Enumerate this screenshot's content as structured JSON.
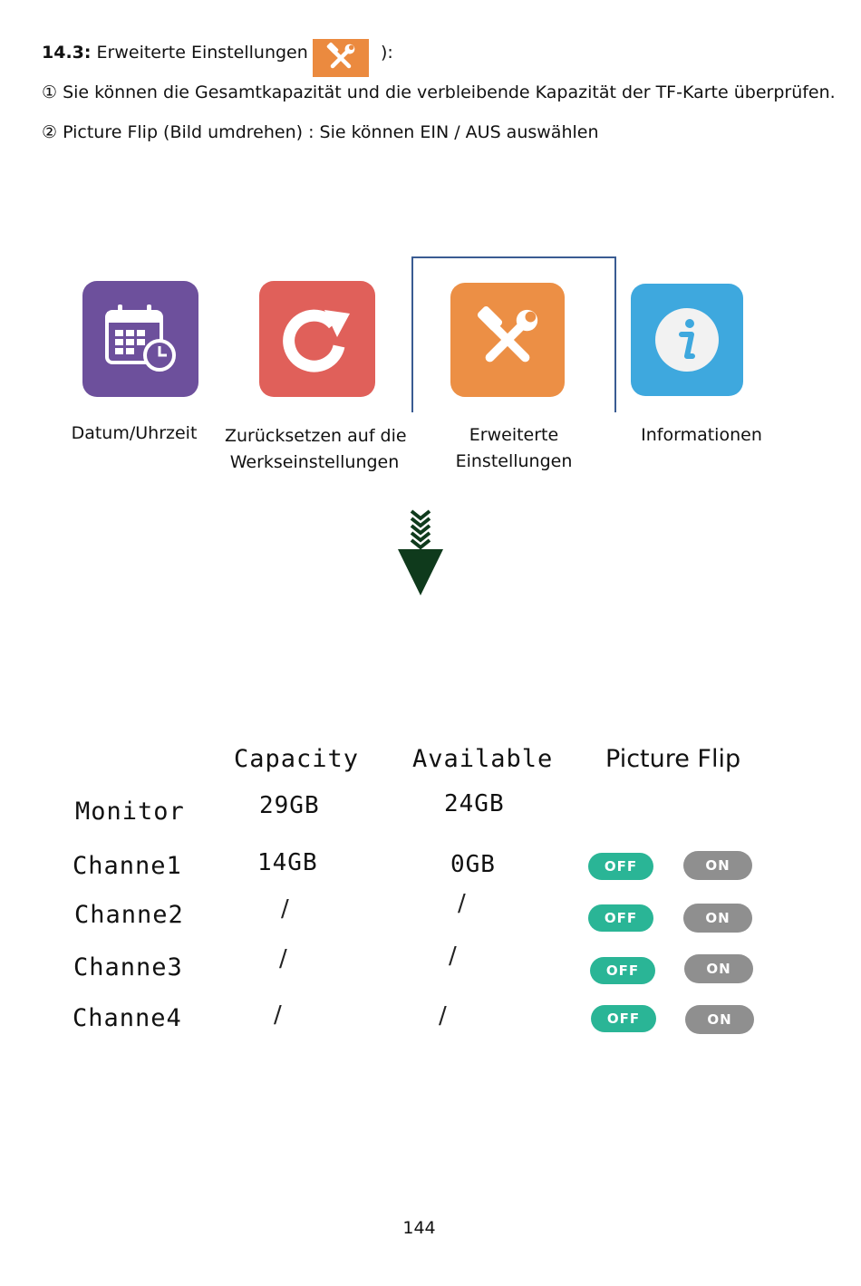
{
  "heading": {
    "number": "14.3:",
    "title": " Erweiterte Einstellungen (",
    "close": "):",
    "icon": "tools-icon"
  },
  "lines": [
    "① Sie können die Gesamtkapazität und die verbleibende Kapazität der TF-Karte überprüfen.",
    "② Picture Flip (Bild umdrehen) : Sie können EIN / AUS auswählen"
  ],
  "menu": {
    "items": [
      {
        "label_line1": "Datum/Uhrzeit",
        "label_line2": "",
        "icon": "calendar-clock-icon",
        "color": "#6d509c"
      },
      {
        "label_line1": "Zurücksetzen auf die",
        "label_line2": "Werkseinstellungen",
        "icon": "reset-icon",
        "color": "#e0605a"
      },
      {
        "label_line1": "Erweiterte",
        "label_line2": "Einstellungen",
        "icon": "tools-icon",
        "color": "#ec8f45",
        "selected": true
      },
      {
        "label_line1": "Informationen",
        "label_line2": "",
        "icon": "info-icon",
        "color": "#3ea8de"
      }
    ]
  },
  "table": {
    "headers": {
      "capacity": "Capacity",
      "available": "Available",
      "flip": "Picture Flip"
    },
    "monitor": {
      "label": "Monitor",
      "capacity": "29GB",
      "available": "24GB"
    },
    "rows": [
      {
        "label": "Channe1",
        "capacity": "14GB",
        "available": "0GB",
        "off": "OFF",
        "on": "ON"
      },
      {
        "label": "Channe2",
        "capacity": "/",
        "available": "/",
        "off": "OFF",
        "on": "ON"
      },
      {
        "label": "Channe3",
        "capacity": "/",
        "available": "/",
        "off": "OFF",
        "on": "ON"
      },
      {
        "label": "Channe4",
        "capacity": "/",
        "available": "/",
        "off": "OFF",
        "on": "ON"
      }
    ]
  },
  "page_number": "144",
  "colors": {
    "off_toggle": "#2ab596",
    "on_toggle": "#8f8f8f",
    "arrow": "#0f3a1c",
    "selection_frame": "#3a5c92"
  }
}
